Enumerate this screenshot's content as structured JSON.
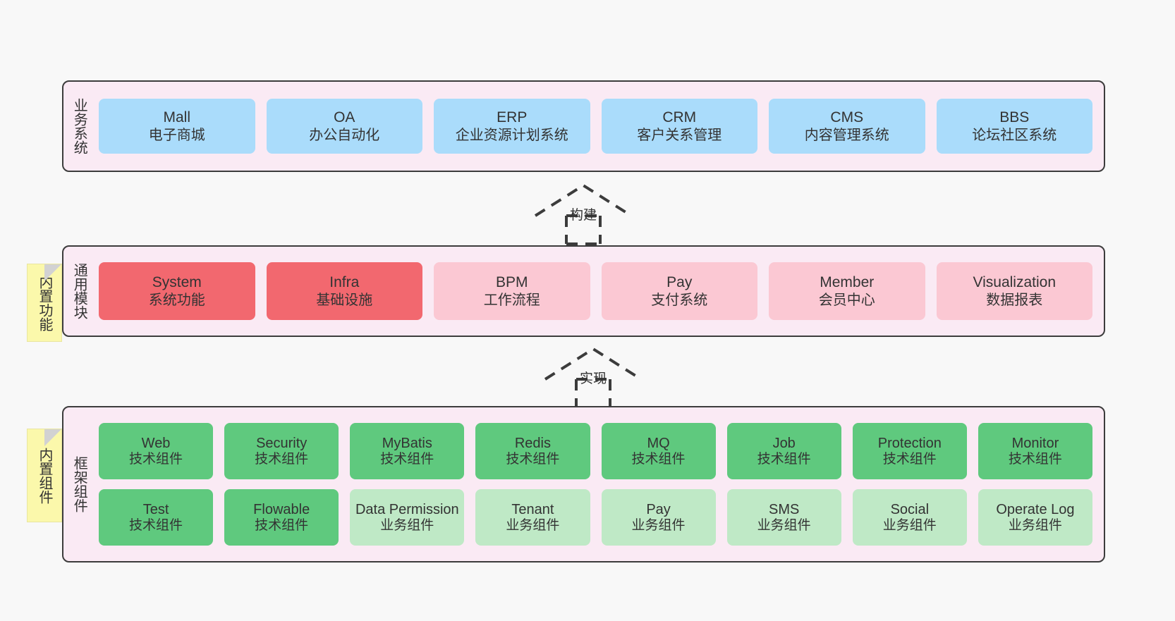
{
  "diagram": {
    "background_color": "#f8f8f8",
    "panel_color": "#faeaf4",
    "panel_border_color": "#3c3c3c"
  },
  "layers": [
    {
      "id": "business",
      "title": "业务系统",
      "cell_color": "#aadcfb",
      "rows": [
        {
          "cells": [
            {
              "name": "Mall",
              "desc": "电子商城"
            },
            {
              "name": "OA",
              "desc": "办公自动化"
            },
            {
              "name": "ERP",
              "desc": "企业资源计划系统"
            },
            {
              "name": "CRM",
              "desc": "客户关系管理"
            },
            {
              "name": "CMS",
              "desc": "内容管理系统"
            },
            {
              "name": "BBS",
              "desc": "论坛社区系统"
            }
          ]
        }
      ]
    },
    {
      "id": "modules",
      "title": "通用模块",
      "cell_color_primary": "#f2686f",
      "cell_color_secondary": "#fbc8d3",
      "rows": [
        {
          "cells": [
            {
              "name": "System",
              "desc": "系统功能",
              "tone": "red"
            },
            {
              "name": "Infra",
              "desc": "基础设施",
              "tone": "red"
            },
            {
              "name": "BPM",
              "desc": "工作流程",
              "tone": "pink"
            },
            {
              "name": "Pay",
              "desc": "支付系统",
              "tone": "pink"
            },
            {
              "name": "Member",
              "desc": "会员中心",
              "tone": "pink"
            },
            {
              "name": "Visualization",
              "desc": "数据报表",
              "tone": "pink"
            }
          ]
        }
      ]
    },
    {
      "id": "framework",
      "title": "框架组件",
      "cell_color_primary": "#5fc97e",
      "cell_color_secondary": "#bfe9c6",
      "rows": [
        {
          "cells": [
            {
              "name": "Web",
              "desc": "技术组件",
              "tone": "green-dark"
            },
            {
              "name": "Security",
              "desc": "技术组件",
              "tone": "green-dark"
            },
            {
              "name": "MyBatis",
              "desc": "技术组件",
              "tone": "green-dark"
            },
            {
              "name": "Redis",
              "desc": "技术组件",
              "tone": "green-dark"
            },
            {
              "name": "MQ",
              "desc": "技术组件",
              "tone": "green-dark"
            },
            {
              "name": "Job",
              "desc": "技术组件",
              "tone": "green-dark"
            },
            {
              "name": "Protection",
              "desc": "技术组件",
              "tone": "green-dark"
            },
            {
              "name": "Monitor",
              "desc": "技术组件",
              "tone": "green-dark"
            }
          ]
        },
        {
          "cells": [
            {
              "name": "Test",
              "desc": "技术组件",
              "tone": "green-dark"
            },
            {
              "name": "Flowable",
              "desc": "技术组件",
              "tone": "green-dark"
            },
            {
              "name": "Data Permission",
              "desc": "业务组件",
              "tone": "green-light"
            },
            {
              "name": "Tenant",
              "desc": "业务组件",
              "tone": "green-light"
            },
            {
              "name": "Pay",
              "desc": "业务组件",
              "tone": "green-light"
            },
            {
              "name": "SMS",
              "desc": "业务组件",
              "tone": "green-light"
            },
            {
              "name": "Social",
              "desc": "业务组件",
              "tone": "green-light"
            },
            {
              "name": "Operate Log",
              "desc": "业务组件",
              "tone": "green-light"
            }
          ]
        }
      ]
    }
  ],
  "notes": [
    {
      "id": "note-modules",
      "text": "内置功能"
    },
    {
      "id": "note-framework",
      "text": "内置组件"
    }
  ],
  "connectors": [
    {
      "id": "arrow-build",
      "label": "构建",
      "style": "dashed-hollow-arrow-up",
      "color": "#3c3c3c"
    },
    {
      "id": "arrow-impl",
      "label": "实现",
      "style": "dashed-hollow-arrow-up",
      "color": "#3c3c3c"
    }
  ]
}
